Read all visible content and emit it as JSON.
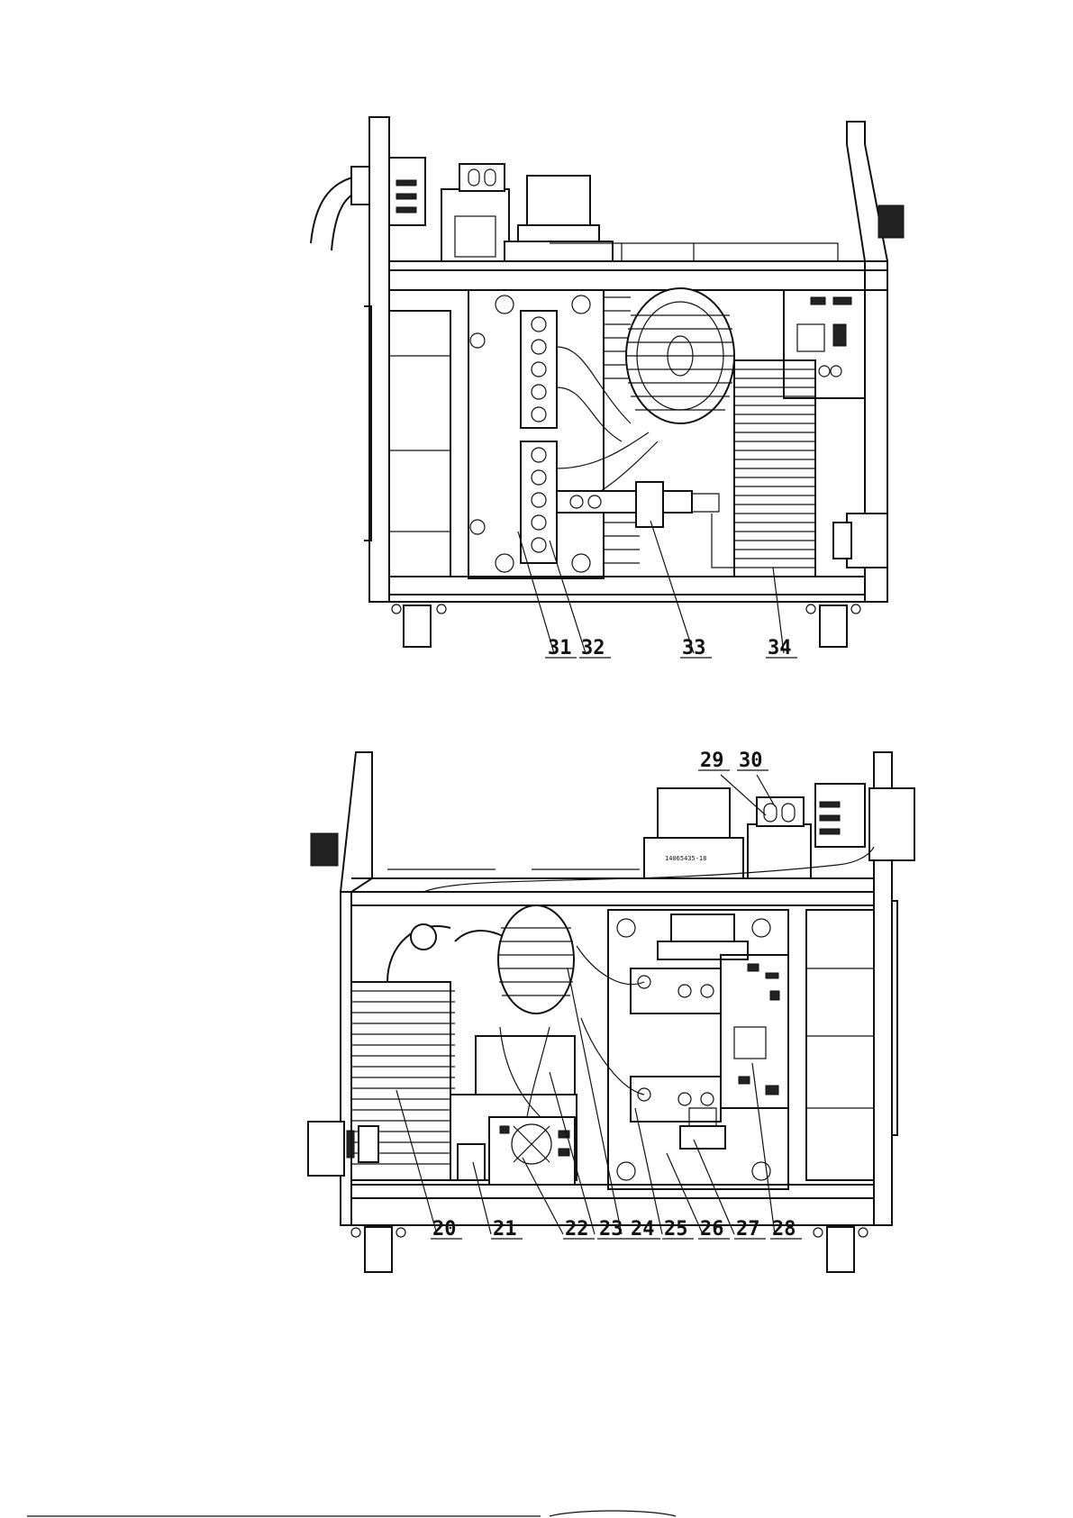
{
  "callouts_upper": [
    "31",
    "32",
    "33",
    "34"
  ],
  "callouts_lower": [
    "20",
    "21",
    "22",
    "23",
    "24",
    "25",
    "26",
    "27",
    "28",
    "29",
    "30"
  ],
  "label_lower_transformer": "14065435-18"
}
